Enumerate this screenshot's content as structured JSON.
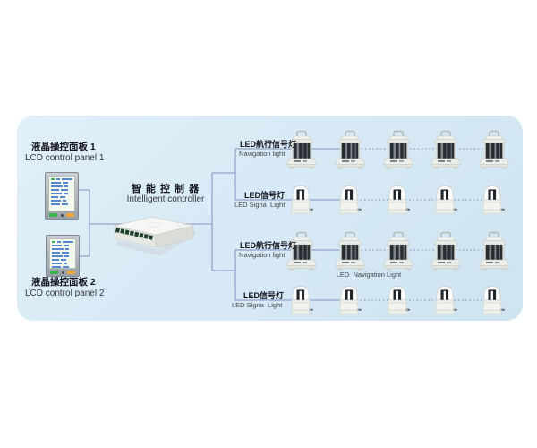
{
  "colors": {
    "panel_bg": "#d5e8f4",
    "connector_line": "#8090c0",
    "text_dark": "#14141f",
    "text_mid": "#36363f",
    "lcd_button_green": "#3cb54a",
    "lcd_button_orange": "#f0a63c",
    "screen_text_blue": "#5586cf"
  },
  "lcd_panel_1": {
    "label_zh": "液晶操控面板 1",
    "label_en": "LCD control panel 1"
  },
  "lcd_panel_2": {
    "label_zh": "液晶操控面板 2",
    "label_en": "LCD control panel 2"
  },
  "controller": {
    "label_zh": "智 能 控 制 器",
    "label_en": "Intelligent controller"
  },
  "branches": [
    {
      "label_zh": "LED航行信号灯",
      "label_en": "Navigation light",
      "device_type": "navigation-light",
      "device_count": 5
    },
    {
      "label_zh": "LED信号灯",
      "label_en": "LED Signa  Light",
      "device_type": "signal-light",
      "device_count": 5
    },
    {
      "label_zh": "LED航行信号灯",
      "label_en": "Navigation light",
      "device_type": "navigation-light",
      "device_count": 5,
      "caption": "LED  Navigation Light"
    },
    {
      "label_zh": "LED信号灯",
      "label_en": "LED Signa  Light",
      "device_type": "signal-light",
      "device_count": 5
    }
  ]
}
